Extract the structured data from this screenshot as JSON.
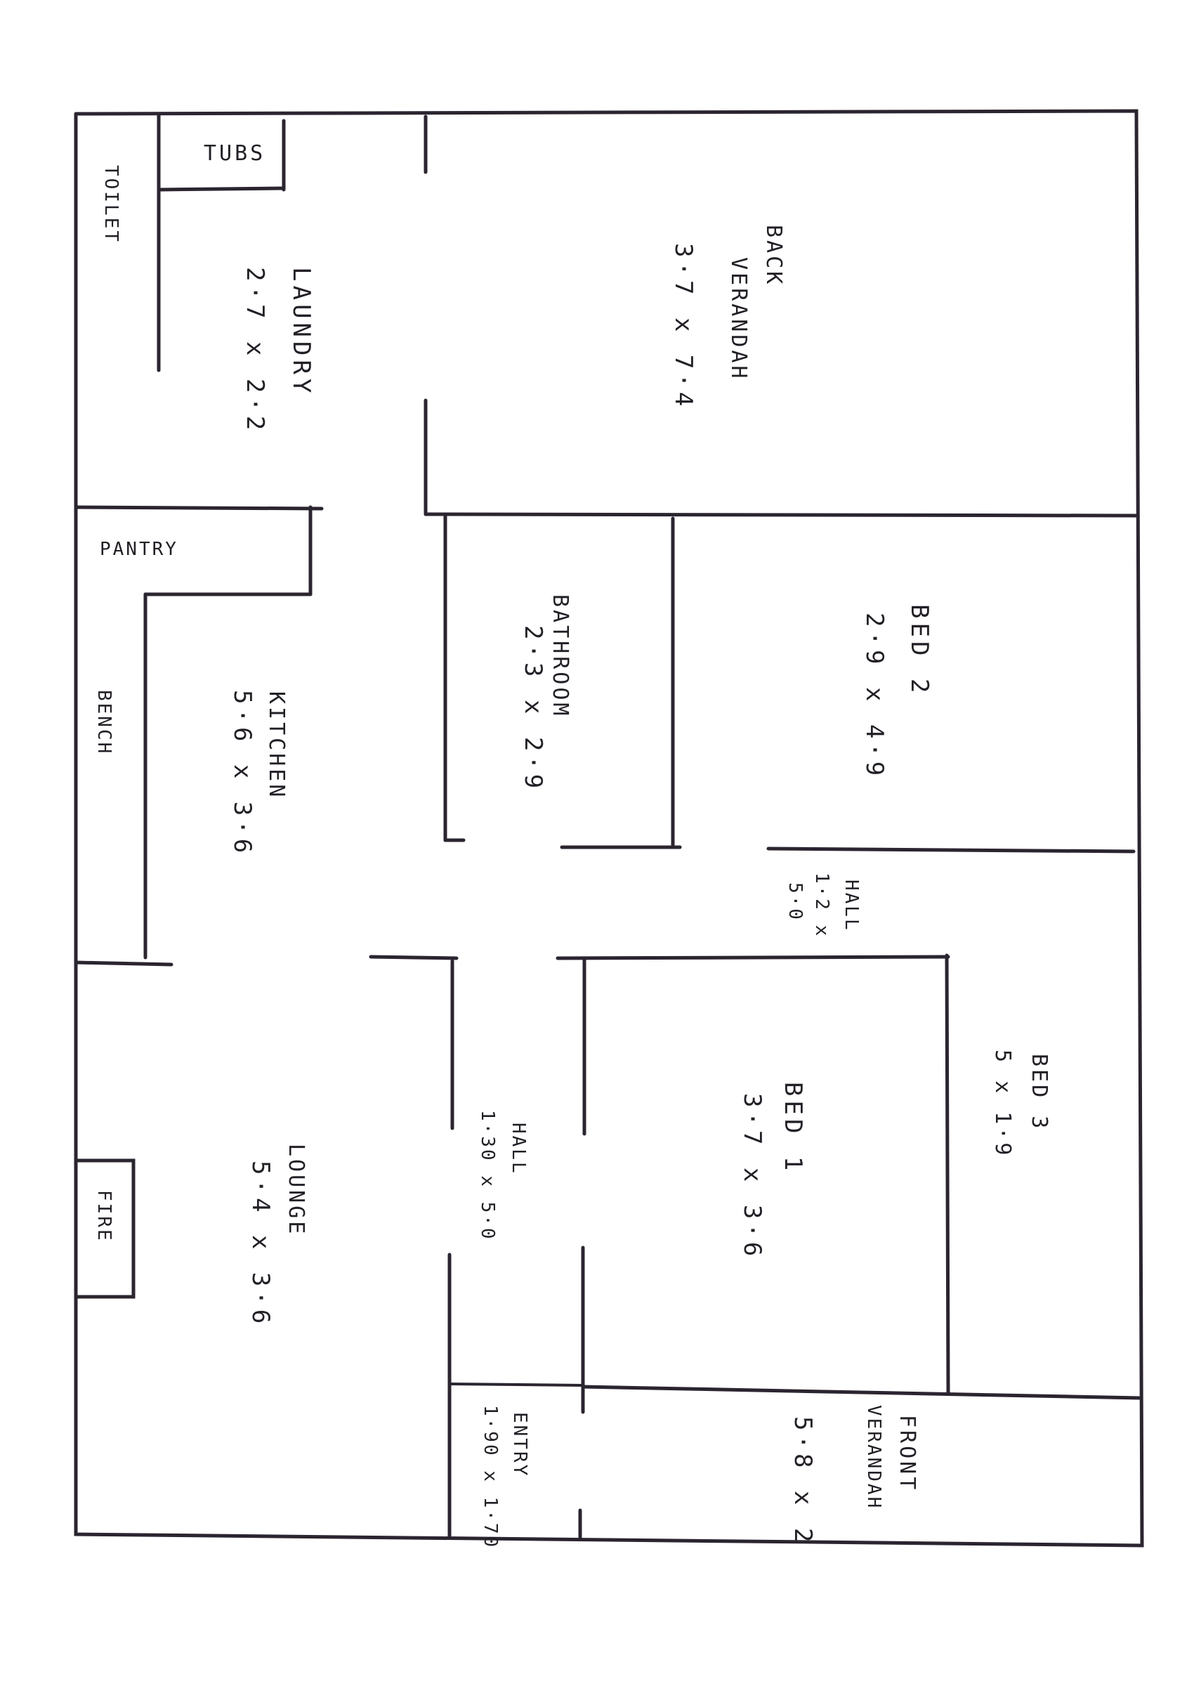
{
  "rooms": {
    "tubs": "TUBS",
    "toilet": "TOILET",
    "laundry_name": "LAUNDRY",
    "laundry_size": "2·7 x 2·2",
    "back_verandah_name_1": "BACK",
    "back_verandah_name_2": "VERANDAH",
    "back_verandah_size": "3·7 x 7·4",
    "pantry": "PANTRY",
    "bench": "BENCH",
    "kitchen_name": "KITCHEN",
    "kitchen_size": "5·6 x 3·6",
    "bathroom_name": "BATHROOM",
    "bathroom_size": "2·3 x 2·9",
    "bed2_name": "BED 2",
    "bed2_size": "2·9 x 4·9",
    "hall_upper_name": "HALL",
    "hall_upper_size_1": "1·2 x",
    "hall_upper_size_2": "5·0",
    "fire": "FIRE",
    "lounge_name": "LOUNGE",
    "lounge_size": "5·4 x 3·6",
    "hall_lower_name": "HALL",
    "hall_lower_size": "1·30 x 5·0",
    "bed1_name": "BED 1",
    "bed1_size": "3·7 x 3·6",
    "bed3_name": "BED 3",
    "bed3_size": "5 x 1·9",
    "entry_name": "ENTRY",
    "entry_size": "1·90 x 1·70",
    "front_verandah_name": "FRONT",
    "front_verandah_name_2": "VERANDAH",
    "front_verandah_size": "5·8 x 2"
  }
}
